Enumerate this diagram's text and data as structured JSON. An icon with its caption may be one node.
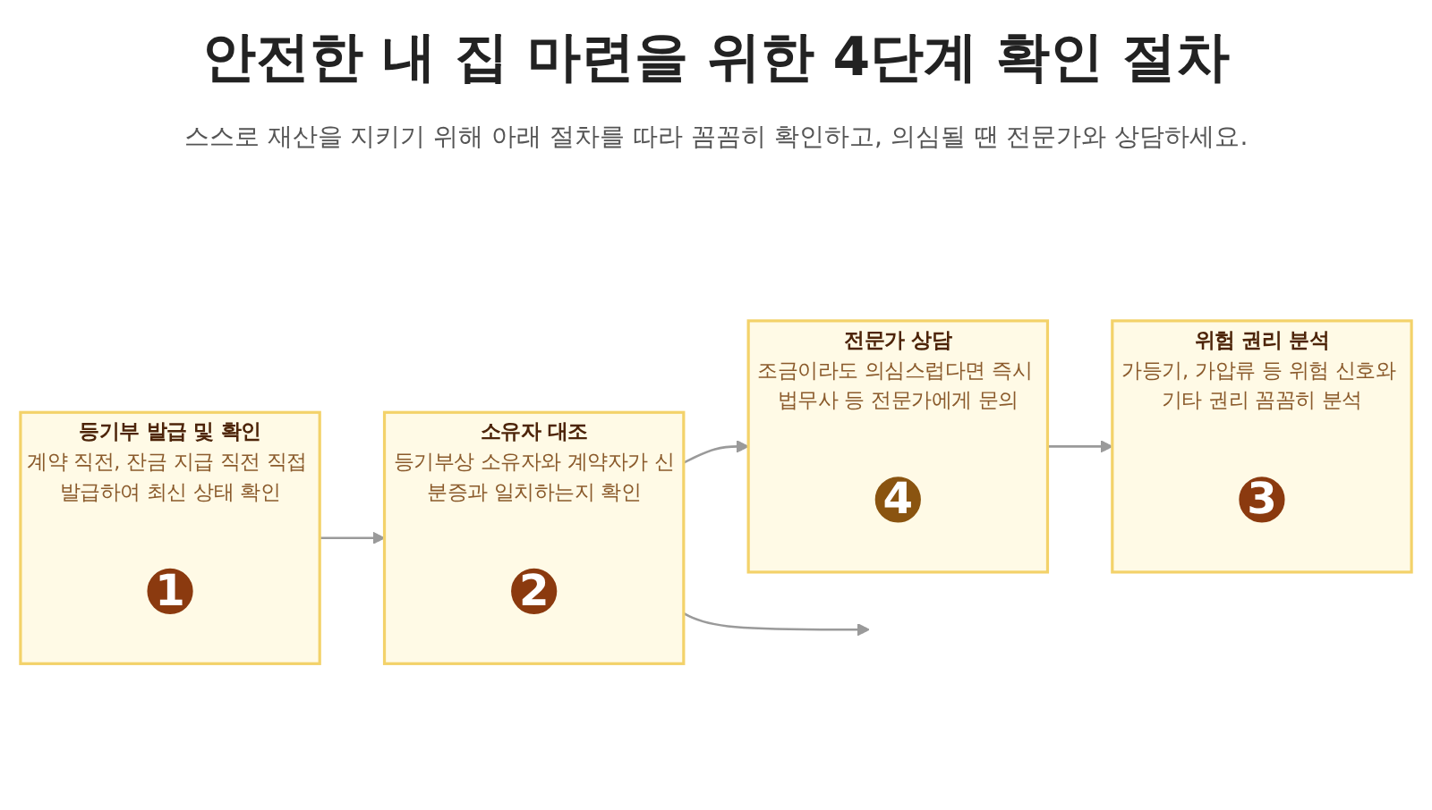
{
  "diagram": {
    "title": "안전한 내 집 마련을 위한 4단계 확인 절차",
    "nodes": [
      {
        "text": [
          "등기부 발급 및 확인",
          "계약 직전, 잔금 지급 직전 직접 발급하여 최신 상태 확인"
        ]
      },
      {
        "text": [
          "1"
        ],
        "in": 0
      },
      {
        "text": [
          "소유자 대조",
          "등기부상 소유자와 계약자가 신분증과 일치하는지 확인"
        ]
      },
      {
        "text": [
          "2"
        ],
        "in": 2
      },
      {
        "text": [
          "위험 권리 분석",
          "가등기, 가압류 등 위험 신호와 기타 권리 꼼꼼히 분석"
        ]
      },
      {
        "text": [
          "3"
        ],
        "in": 4
      },
      {
        "text": [
          "전문가 상담",
          "조금이라도 의심스럽다면 즉시 법무사 등 전문가에게 문의"
        ]
      },
      {
        "text": [
          "4"
        ],
        "in": 6
      }
    ],
    "edges": [
      {
        "from": 0,
        "to": 2,
        "arrow": "to"
      },
      {
        "from": 2,
        "to": null,
        "arrow": "to"
      },
      {
        "from": 2,
        "to": 6,
        "arrow": "to"
      },
      {
        "from": 6,
        "to": 4,
        "arrow": "to"
      }
    ],
    "labels": [
      "스스로 재산을 지키기 위해 아래 절차를 따라 꼼꼼히 확인하고, 의심될 땐 전문가와 상담하세요."
    ]
  }
}
